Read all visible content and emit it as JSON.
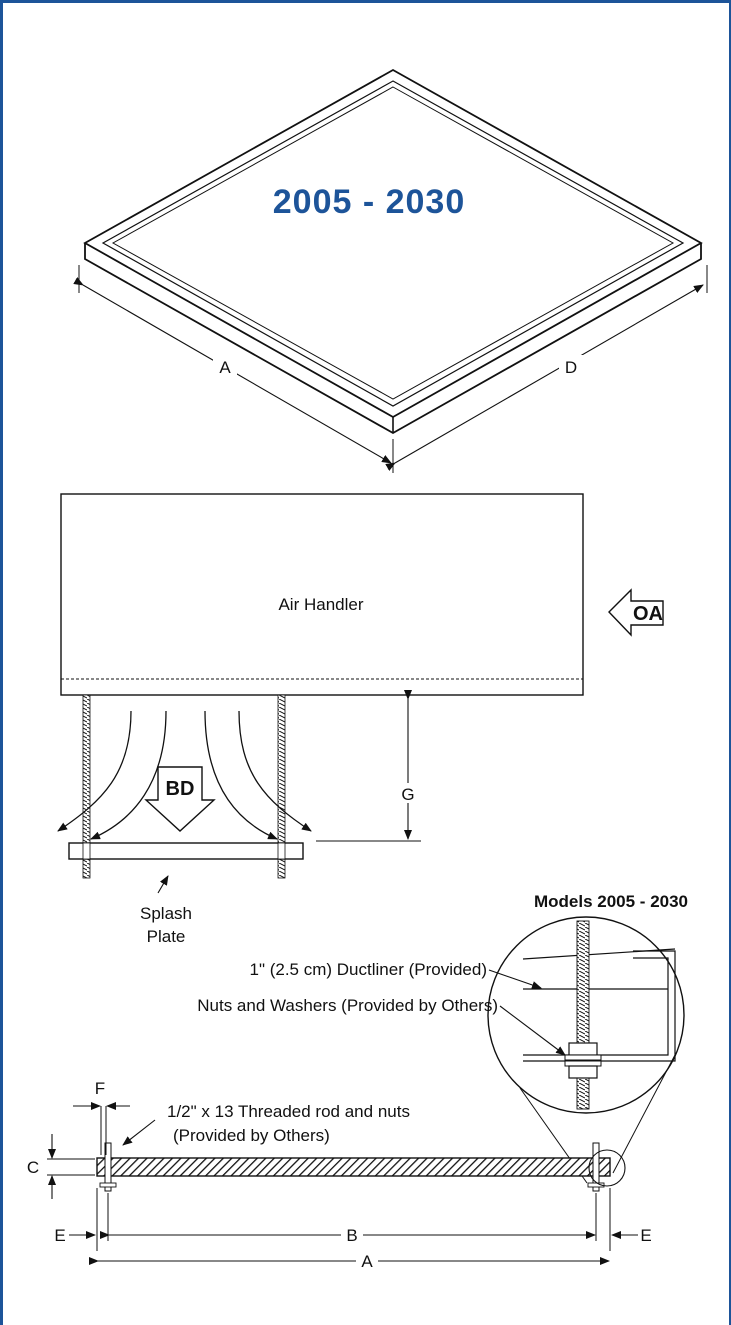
{
  "top_view": {
    "title": "2005 - 2030",
    "dim_a": "A",
    "dim_d": "D"
  },
  "side_view": {
    "unit_label": "Air Handler",
    "outside_air_label": "OA",
    "discharge_label": "BD",
    "dim_g": "G",
    "splash_plate_line1": "Splash",
    "splash_plate_line2": "Plate"
  },
  "detail": {
    "models_label": "Models 2005 - 2030",
    "ductliner_label": "1\" (2.5 cm) Ductliner (Provided)",
    "nuts_label": "Nuts and Washers (Provided by Others)",
    "rod_label_line1": "1/2\" x 13 Threaded rod and nuts",
    "rod_label_line2": "(Provided by Others)",
    "dim_f": "F",
    "dim_c": "C",
    "dim_e_left": "E",
    "dim_e_right": "E",
    "dim_b": "B",
    "dim_a": "A"
  },
  "colors": {
    "accent": "#1d5499",
    "line": "#111111"
  }
}
